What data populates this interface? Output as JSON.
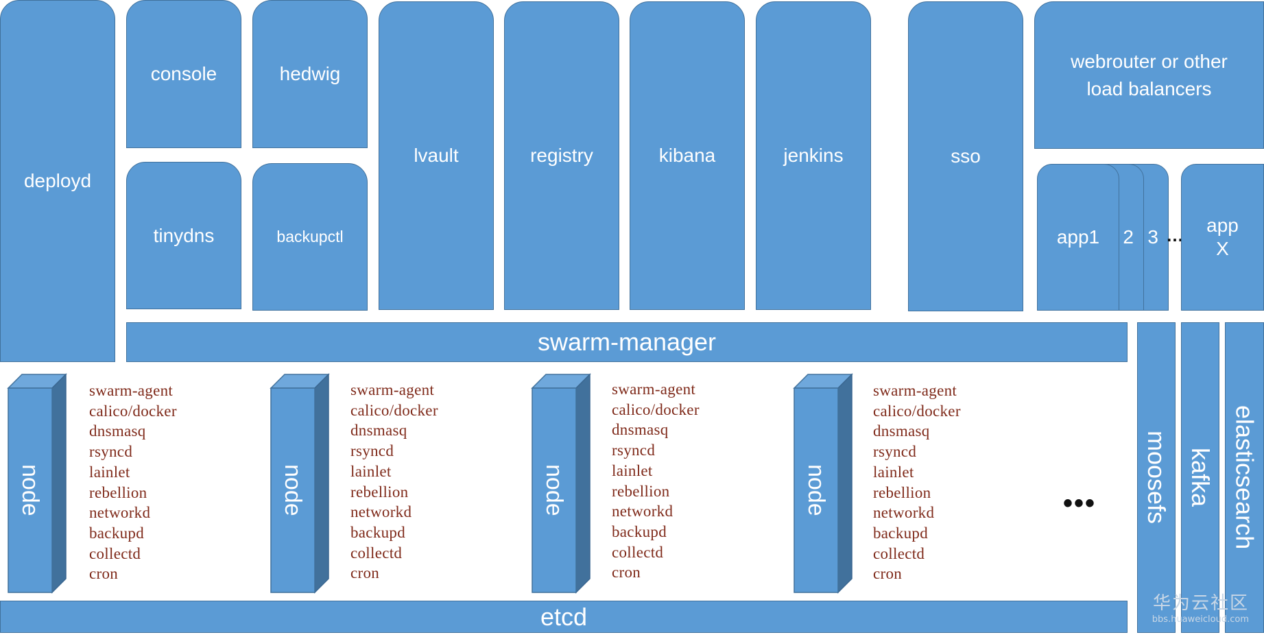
{
  "services": {
    "deployd": "deployd",
    "console": "console",
    "hedwig": "hedwig",
    "tinydns": "tinydns",
    "backupctl": "backupctl",
    "lvault": "lvault",
    "registry": "registry",
    "kibana": "kibana",
    "jenkins": "jenkins",
    "sso": "sso",
    "webrouter": "webrouter or other load balancers"
  },
  "apps": {
    "app1": "app1",
    "app2": "2",
    "app3": "3",
    "ellipsis": "…",
    "appx_line1": "app",
    "appx_line2": "X"
  },
  "bars": {
    "swarm_manager": "swarm-manager",
    "etcd": "etcd"
  },
  "storage": {
    "moosefs": "moosefs",
    "kafka": "kafka",
    "elasticsearch": "elasticsearch"
  },
  "nodes": [
    {
      "label": "node",
      "services": [
        "swarm-agent",
        "calico/docker",
        "dnsmasq",
        "rsyncd",
        "lainlet",
        "rebellion",
        "networkd",
        "backupd",
        "collectd",
        "cron"
      ]
    },
    {
      "label": "node",
      "services": [
        "swarm-agent",
        "calico/docker",
        "dnsmasq",
        "rsyncd",
        "lainlet",
        "rebellion",
        "networkd",
        "backupd",
        "collectd",
        "cron"
      ]
    },
    {
      "label": "node",
      "services": [
        "swarm-agent",
        "calico/docker",
        "dnsmasq",
        "rsyncd",
        "lainlet",
        "rebellion",
        "networkd",
        "backupd",
        "collectd",
        "cron"
      ]
    },
    {
      "label": "node",
      "services": [
        "swarm-agent",
        "calico/docker",
        "dnsmasq",
        "rsyncd",
        "lainlet",
        "rebellion",
        "networkd",
        "backupd",
        "collectd",
        "cron"
      ]
    }
  ],
  "more_nodes": "•••",
  "watermark": {
    "main": "华为云社区",
    "sub": "bbs.huaweicloud.com"
  },
  "colors": {
    "block_fill": "#5b9bd5",
    "block_border": "#41719c",
    "cube_side": "#41719c",
    "cube_top": "#6fa8dc",
    "service_text": "#7f2a1a"
  }
}
